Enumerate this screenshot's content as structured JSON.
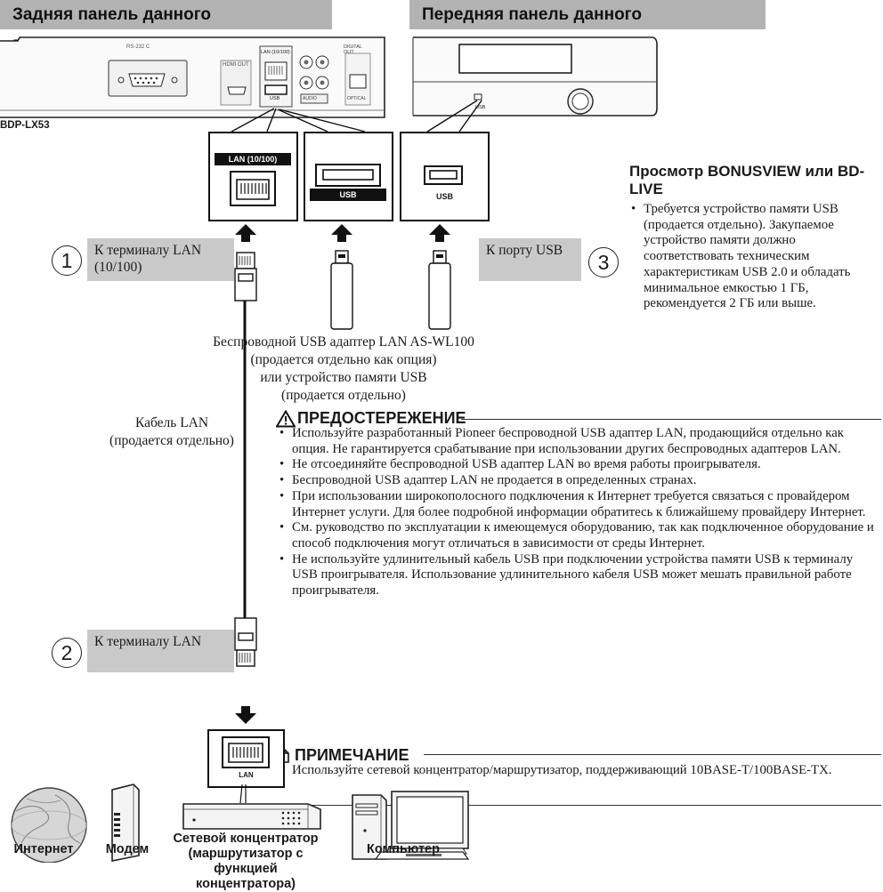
{
  "headers": {
    "rear_panel": "Задняя панель данного проигрывателя",
    "front_panel": "Передняя панель данного проигрывателя"
  },
  "rear_panel": {
    "model": "BDP-LX53",
    "rs232_label": "RS-232 C",
    "hdmi_label": "HDMI OUT",
    "lan_label": "LAN (10/100)",
    "usb_label": "USB",
    "digital_out_label": "DIGITAL OUT",
    "optical_label": "OPTICAL",
    "audio_label": "AUDIO"
  },
  "front_panel": {
    "usb_label": "USB"
  },
  "closeups": {
    "lan_box_label": "LAN (10/100)",
    "usb_box_label": "USB",
    "front_usb_box_label": "USB",
    "hub_lan_label": "LAN"
  },
  "callouts": {
    "c1_num": "1",
    "c1_text": "К терминалу LAN (10/100)",
    "c2_num": "2",
    "c2_text": "К терминалу LAN",
    "c3_num": "3",
    "c3_text": "К порту USB"
  },
  "usb_adapter_caption": "Беспроводной USB адаптер LAN AS-WL100\n(продается отдельно как опция)\nили устройство памяти USB\n(продается отдельно)",
  "lan_cable_caption": "Кабель LAN\n(продается отдельно)",
  "bonusview": {
    "title": "Просмотр BONUSVIEW или BD-LIVE",
    "items": [
      "Требуется устройство памяти USB (продается отдельно). Закупаемое устройство памяти должно соответствовать техническим характеристикам USB 2.0 и обладать минимальное емкостью 1 ГБ, рекомендуется 2 ГБ или выше."
    ]
  },
  "caution": {
    "title": "ПРЕДОСТЕРЕЖЕНИЕ",
    "items": [
      "Используйте разработанный Pioneer беспроводной USB адаптер LAN, продающийся отдельно как опция. Не гарантируется срабатывание при использовании других беспроводных адаптеров LAN.",
      "Не отсоединяйте беспроводной USB адаптер LAN во время работы проигрывателя.",
      "Беспроводной USB адаптер LAN не продается в определенных странах.",
      "При использовании широкополосного подключения к Интернет требуется связаться с провайдером Интернет услуги. Для более подробной информации обратитесь к ближайшему провайдеру Интернет.",
      "См. руководство по эксплуатации к имеющемуся оборудованию, так как подключенное оборудование и способ подключения могут отличаться в зависимости от среды Интернет.",
      "Не используйте удлинительный кабель USB при подключении устройства памяти USB к терминалу USB проигрывателя. Использование удлинительного кабеля USB может мешать правильной работе проигрывателя."
    ]
  },
  "note": {
    "title": "ПРИМЕЧАНИЕ",
    "items": [
      "Используйте сетевой концентратор/маршрутизатор, поддерживающий 10BASE-T/100BASE-TX."
    ]
  },
  "devices": {
    "internet": "Интернет",
    "modem": "Модем",
    "hub": "Сетевой концентратор\n(маршрутизатор с функцией\nконцентратора)",
    "computer": "Компьютер"
  }
}
